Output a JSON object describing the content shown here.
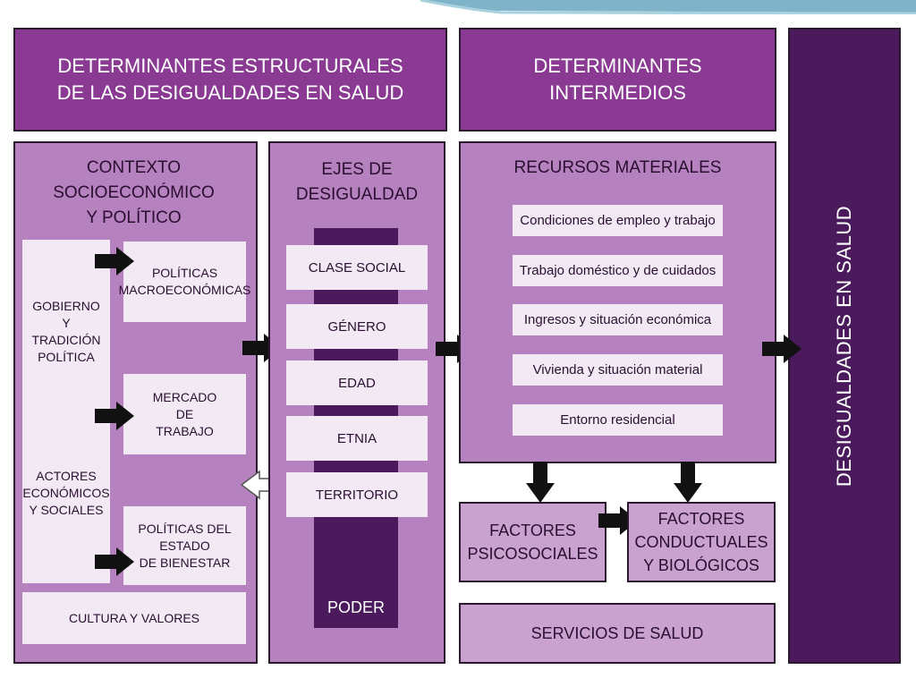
{
  "diagram": {
    "header_structural": "DETERMINANTES ESTRUCTURALES\nDE LAS DESIGUALDADES EN SALUD",
    "header_intermediate": "DETERMINANTES\nINTERMEDIOS",
    "context": {
      "title": "CONTEXTO\nSOCIOECONÓMICO\nY POLÍTICO",
      "left_top": "GOBIERNO\nY\nTRADICIÓN\nPOLÍTICA",
      "left_bottom": "ACTORES\nECONÓMICOS\nY SOCIALES",
      "policies_macro": "POLÍTICAS\nMACROECONÓMICAS",
      "labor_market": "MERCADO\nDE\nTRABAJO",
      "welfare_policies": "POLÍTICAS DEL\nESTADO\nDE BIENESTAR",
      "culture": "CULTURA Y VALORES"
    },
    "axes": {
      "title": "EJES DE\nDESIGUALDAD",
      "items": [
        "CLASE SOCIAL",
        "GÉNERO",
        "EDAD",
        "ETNIA",
        "TERRITORIO"
      ],
      "power": "PODER"
    },
    "resources": {
      "title": "RECURSOS MATERIALES",
      "items": [
        "Condiciones de empleo y trabajo",
        "Trabajo doméstico y de cuidados",
        "Ingresos y situación económica",
        "Vivienda y situación material",
        "Entorno residencial"
      ]
    },
    "psychosocial": "FACTORES\nPSICOSOCIALES",
    "behavioral": "FACTORES\nCONDUCTUALES\nY BIOLÓGICOS",
    "health_services": "SERVICIOS DE SALUD",
    "outcome": "DESIGUALDADES EN SALUD"
  },
  "colors": {
    "header": "#8a3a93",
    "panel": "#b681bf",
    "panel_light": "#c9a2d0",
    "outcome": "#4a1a5c",
    "item_box": "#f2e9f4",
    "arrow": "#111111"
  },
  "icons": {
    "arrow_right": "arrow-right-icon",
    "arrow_down": "arrow-down-icon",
    "arrow_left_outline": "arrow-left-outline-icon"
  }
}
